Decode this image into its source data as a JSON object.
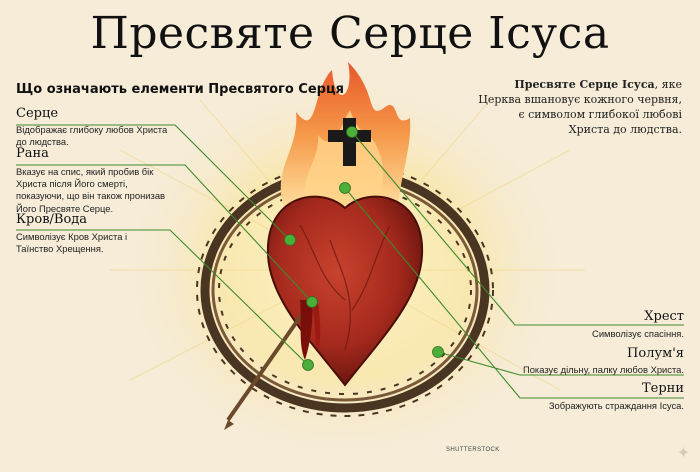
{
  "title": "Пресвяте Серце Ісуса",
  "subtitle": "Що означають елементи Пресвятого Серця",
  "intro": {
    "bold": "Пресвяте Серце Ісуса",
    "text": ", яке Церква вшановує кожного червня, є символом глибокої любові Христа до людства."
  },
  "left_labels": [
    {
      "head": "Серце",
      "desc": "Відображає глибоку любов Христа до людства."
    },
    {
      "head": "Рана",
      "desc": "Вказує на спис, який пробив бік Христа після Його смерті, показуючи, що він також пронизав Його Пресвяте Серце."
    },
    {
      "head": "Кров/Вода",
      "desc": "Символізує Кров Христа і Таїнство Хрещення."
    }
  ],
  "right_labels": [
    {
      "head": "Хрест",
      "desc": "Символізує спасіння."
    },
    {
      "head": "Полум'я",
      "desc": "Показує дільну, палку любов Христа."
    },
    {
      "head": "Терни",
      "desc": "Зображують страждання Ісуса."
    }
  ],
  "credit": "SHUTTERSTOCK",
  "colors": {
    "leader": "#3e8a2c",
    "dot": "#4caf3a",
    "heart": "#a5291d",
    "flame": "#f08a3a",
    "background": "#f6ecd8"
  }
}
